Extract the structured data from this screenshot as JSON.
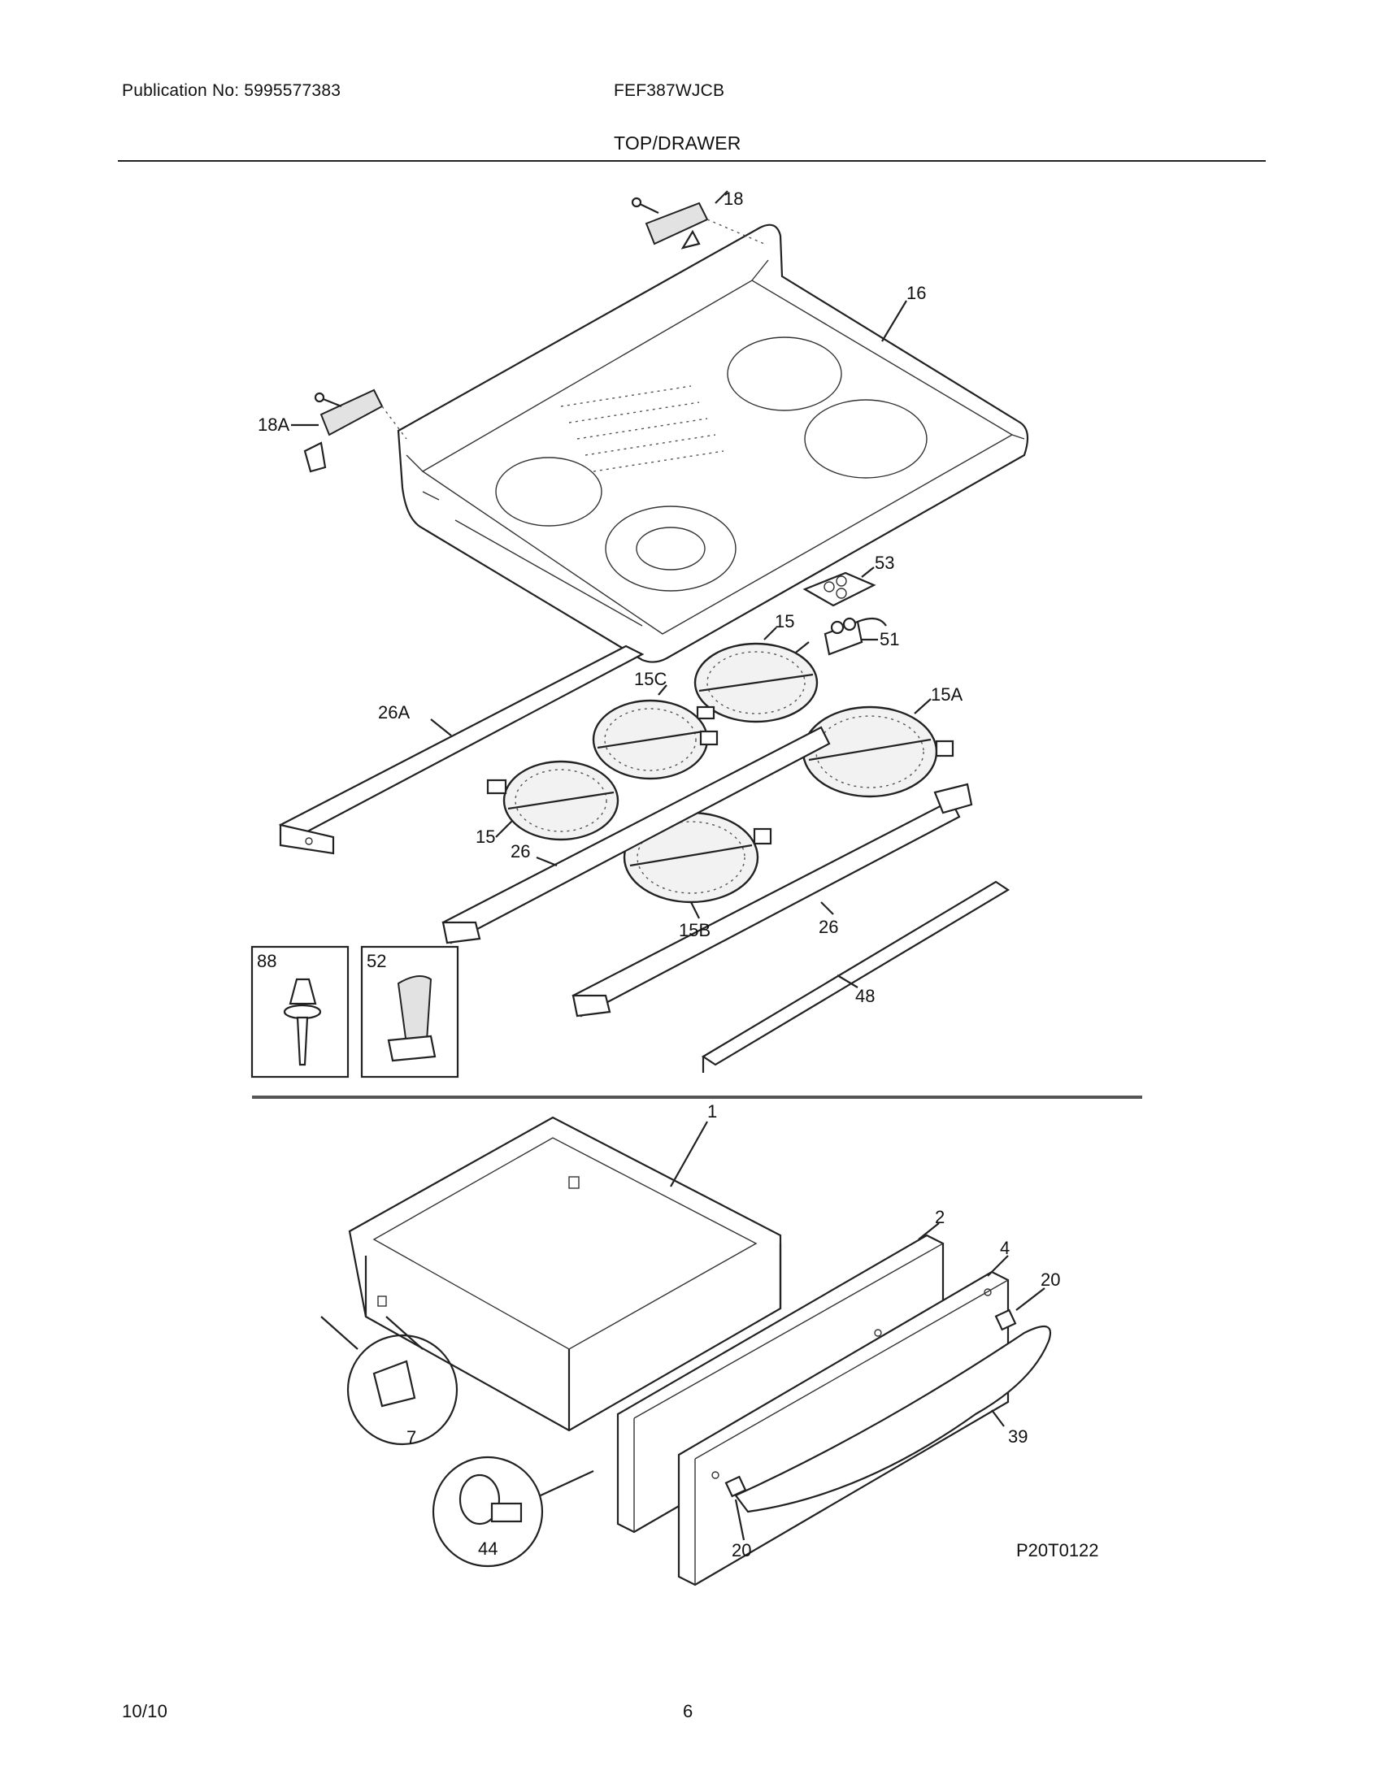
{
  "header": {
    "publication": "Publication No: 5995577383",
    "model": "FEF387WJCB",
    "section_title": "TOP/DRAWER"
  },
  "footer": {
    "date": "10/10",
    "page_number": "6"
  },
  "diagram": {
    "code": "P20T0122",
    "callouts": [
      "18",
      "16",
      "18A",
      "53",
      "15",
      "51",
      "15C",
      "15A",
      "26A",
      "15",
      "26",
      "15B",
      "26",
      "48",
      "88",
      "52",
      "1",
      "2",
      "4",
      "20",
      "7",
      "39",
      "44",
      "20"
    ]
  }
}
